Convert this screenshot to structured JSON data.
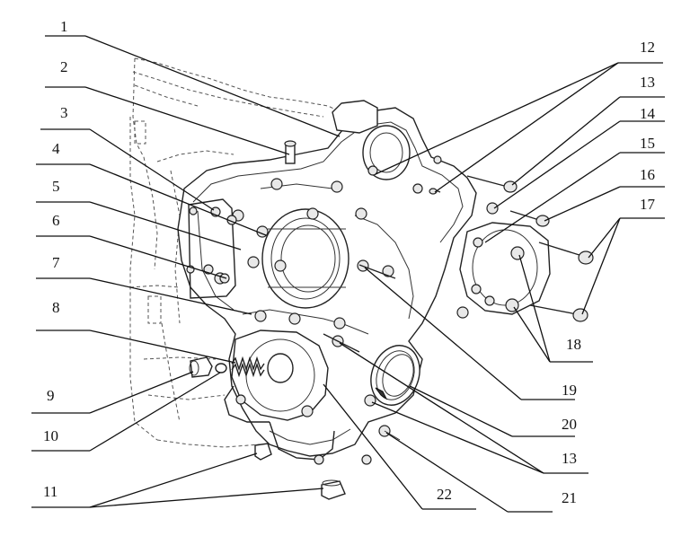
{
  "callouts": [
    {
      "id": "c1",
      "label": "1"
    },
    {
      "id": "c2",
      "label": "2"
    },
    {
      "id": "c3",
      "label": "3"
    },
    {
      "id": "c4",
      "label": "4"
    },
    {
      "id": "c5",
      "label": "5"
    },
    {
      "id": "c6",
      "label": "6"
    },
    {
      "id": "c7",
      "label": "7"
    },
    {
      "id": "c8",
      "label": "8"
    },
    {
      "id": "c9",
      "label": "9"
    },
    {
      "id": "c10",
      "label": "10"
    },
    {
      "id": "c11",
      "label": "11"
    },
    {
      "id": "c12",
      "label": "12"
    },
    {
      "id": "c13a",
      "label": "13"
    },
    {
      "id": "c14",
      "label": "14"
    },
    {
      "id": "c15",
      "label": "15"
    },
    {
      "id": "c16",
      "label": "16"
    },
    {
      "id": "c17",
      "label": "17"
    },
    {
      "id": "c18",
      "label": "18"
    },
    {
      "id": "c19",
      "label": "19"
    },
    {
      "id": "c20",
      "label": "20"
    },
    {
      "id": "c13b",
      "label": "13"
    },
    {
      "id": "c21",
      "label": "21"
    },
    {
      "id": "c22",
      "label": "22"
    }
  ]
}
